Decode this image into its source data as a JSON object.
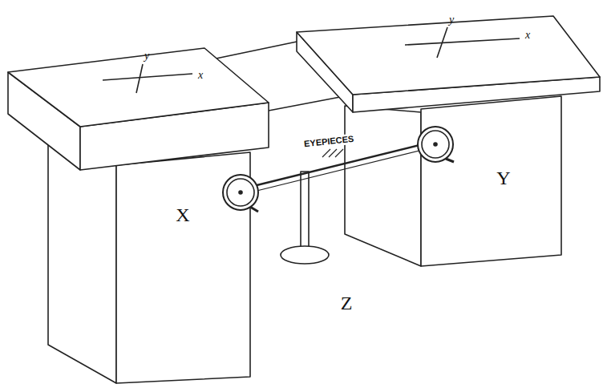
{
  "diagram": {
    "labels": [
      "y",
      "x",
      "y",
      "x",
      "EYEPIECES",
      "X",
      "Y",
      "Z"
    ]
  }
}
